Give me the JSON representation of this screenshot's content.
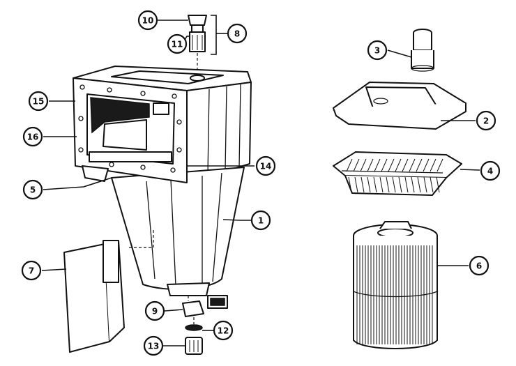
{
  "callouts": [
    {
      "id": "c10",
      "label": "10"
    },
    {
      "id": "c11",
      "label": "11"
    },
    {
      "id": "c8",
      "label": "8"
    },
    {
      "id": "c15",
      "label": "15"
    },
    {
      "id": "c16",
      "label": "16"
    },
    {
      "id": "c5",
      "label": "5"
    },
    {
      "id": "c14",
      "label": "14"
    },
    {
      "id": "c1",
      "label": "1"
    },
    {
      "id": "c7",
      "label": "7"
    },
    {
      "id": "c9",
      "label": "9"
    },
    {
      "id": "c12",
      "label": "12"
    },
    {
      "id": "c13",
      "label": "13"
    },
    {
      "id": "c3",
      "label": "3"
    },
    {
      "id": "c2",
      "label": "2"
    },
    {
      "id": "c4",
      "label": "4"
    },
    {
      "id": "c6",
      "label": "6"
    }
  ]
}
